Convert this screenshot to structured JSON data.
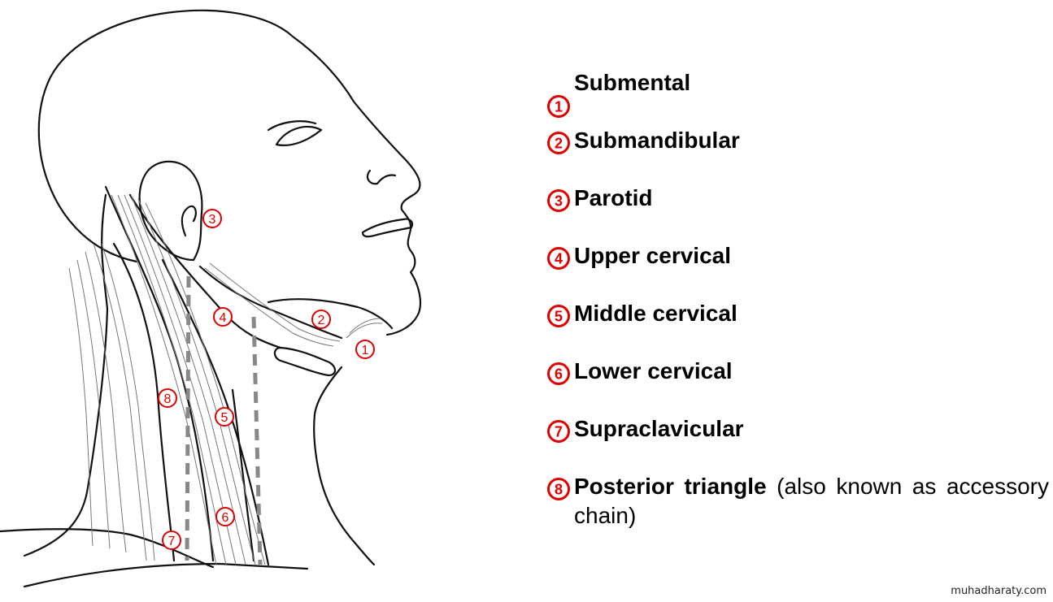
{
  "diagram": {
    "markers": [
      {
        "id": "1",
        "label": "1"
      },
      {
        "id": "2",
        "label": "2"
      },
      {
        "id": "3",
        "label": "3"
      },
      {
        "id": "4",
        "label": "4"
      },
      {
        "id": "5",
        "label": "5"
      },
      {
        "id": "6",
        "label": "6"
      },
      {
        "id": "7",
        "label": "7"
      },
      {
        "id": "8",
        "label": "8"
      }
    ],
    "marker_color": "#e00000"
  },
  "legend": {
    "items": [
      {
        "num": "1",
        "name": "Submental",
        "note": ""
      },
      {
        "num": "2",
        "name": "Submandibular",
        "note": ""
      },
      {
        "num": "3",
        "name": "Parotid",
        "note": ""
      },
      {
        "num": "4",
        "name": "Upper cervical",
        "note": ""
      },
      {
        "num": "5",
        "name": "Middle cervical",
        "note": ""
      },
      {
        "num": "6",
        "name": "Lower cervical",
        "note": ""
      },
      {
        "num": "7",
        "name": "Supraclavicular",
        "note": ""
      },
      {
        "num": "8",
        "name": "Posterior triangle",
        "note": "(also known as accessory chain)"
      }
    ]
  },
  "watermark": "muhadharaty.com"
}
